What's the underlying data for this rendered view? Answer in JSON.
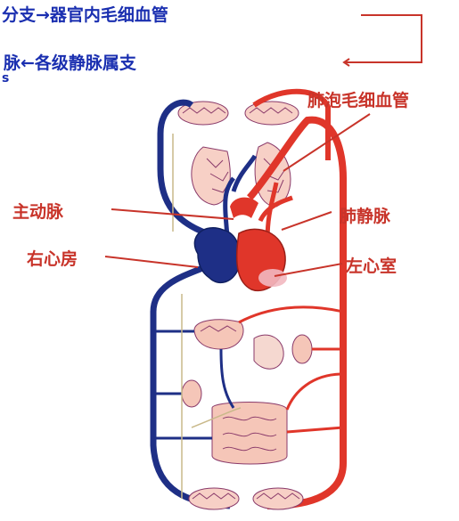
{
  "header": {
    "line1": "分支→器官内毛细血管",
    "line2": "脉←各级静脉属支",
    "line3": "s"
  },
  "labels": {
    "alveolar_capillary": "肺泡毛细血管",
    "aorta": "主动脉",
    "pulmonary_vein": "肺静脉",
    "right_atrium": "右心房",
    "left_ventricle": "左心室"
  },
  "colors": {
    "artery": "#e0362a",
    "vein": "#1e2f86",
    "label": "#c8342a",
    "header": "#1a2fb0",
    "organ_fill": "#f5c6b8",
    "capillary_net": "#8a3a6a"
  },
  "icons": [
    "circulation-diagram",
    "heart",
    "lungs",
    "liver",
    "intestine"
  ]
}
